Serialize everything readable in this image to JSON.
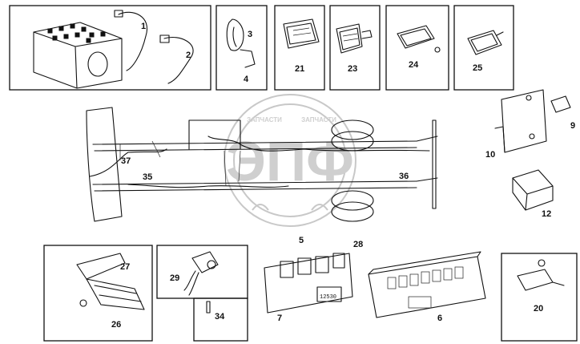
{
  "watermark": {
    "text": "ЭПФ",
    "arc_left": "ЗАПЧАСТИ",
    "arc_right": "ЗАПЧАСТИ",
    "color": "#c8c8c8"
  },
  "callouts": {
    "c1": "1",
    "c2": "2",
    "c3": "3",
    "c4": "4",
    "c5": "5",
    "c6": "6",
    "c7": "7",
    "c9": "9",
    "c10": "10",
    "c12": "12",
    "c20": "20",
    "c21": "21",
    "c23": "23",
    "c24": "24",
    "c25": "25",
    "c26": "26",
    "c27": "27",
    "c28": "28",
    "c29": "29",
    "c34": "34",
    "c35": "35",
    "c36": "36",
    "c37": "37"
  },
  "relay_block_text": "12530",
  "line_color": "#111111"
}
